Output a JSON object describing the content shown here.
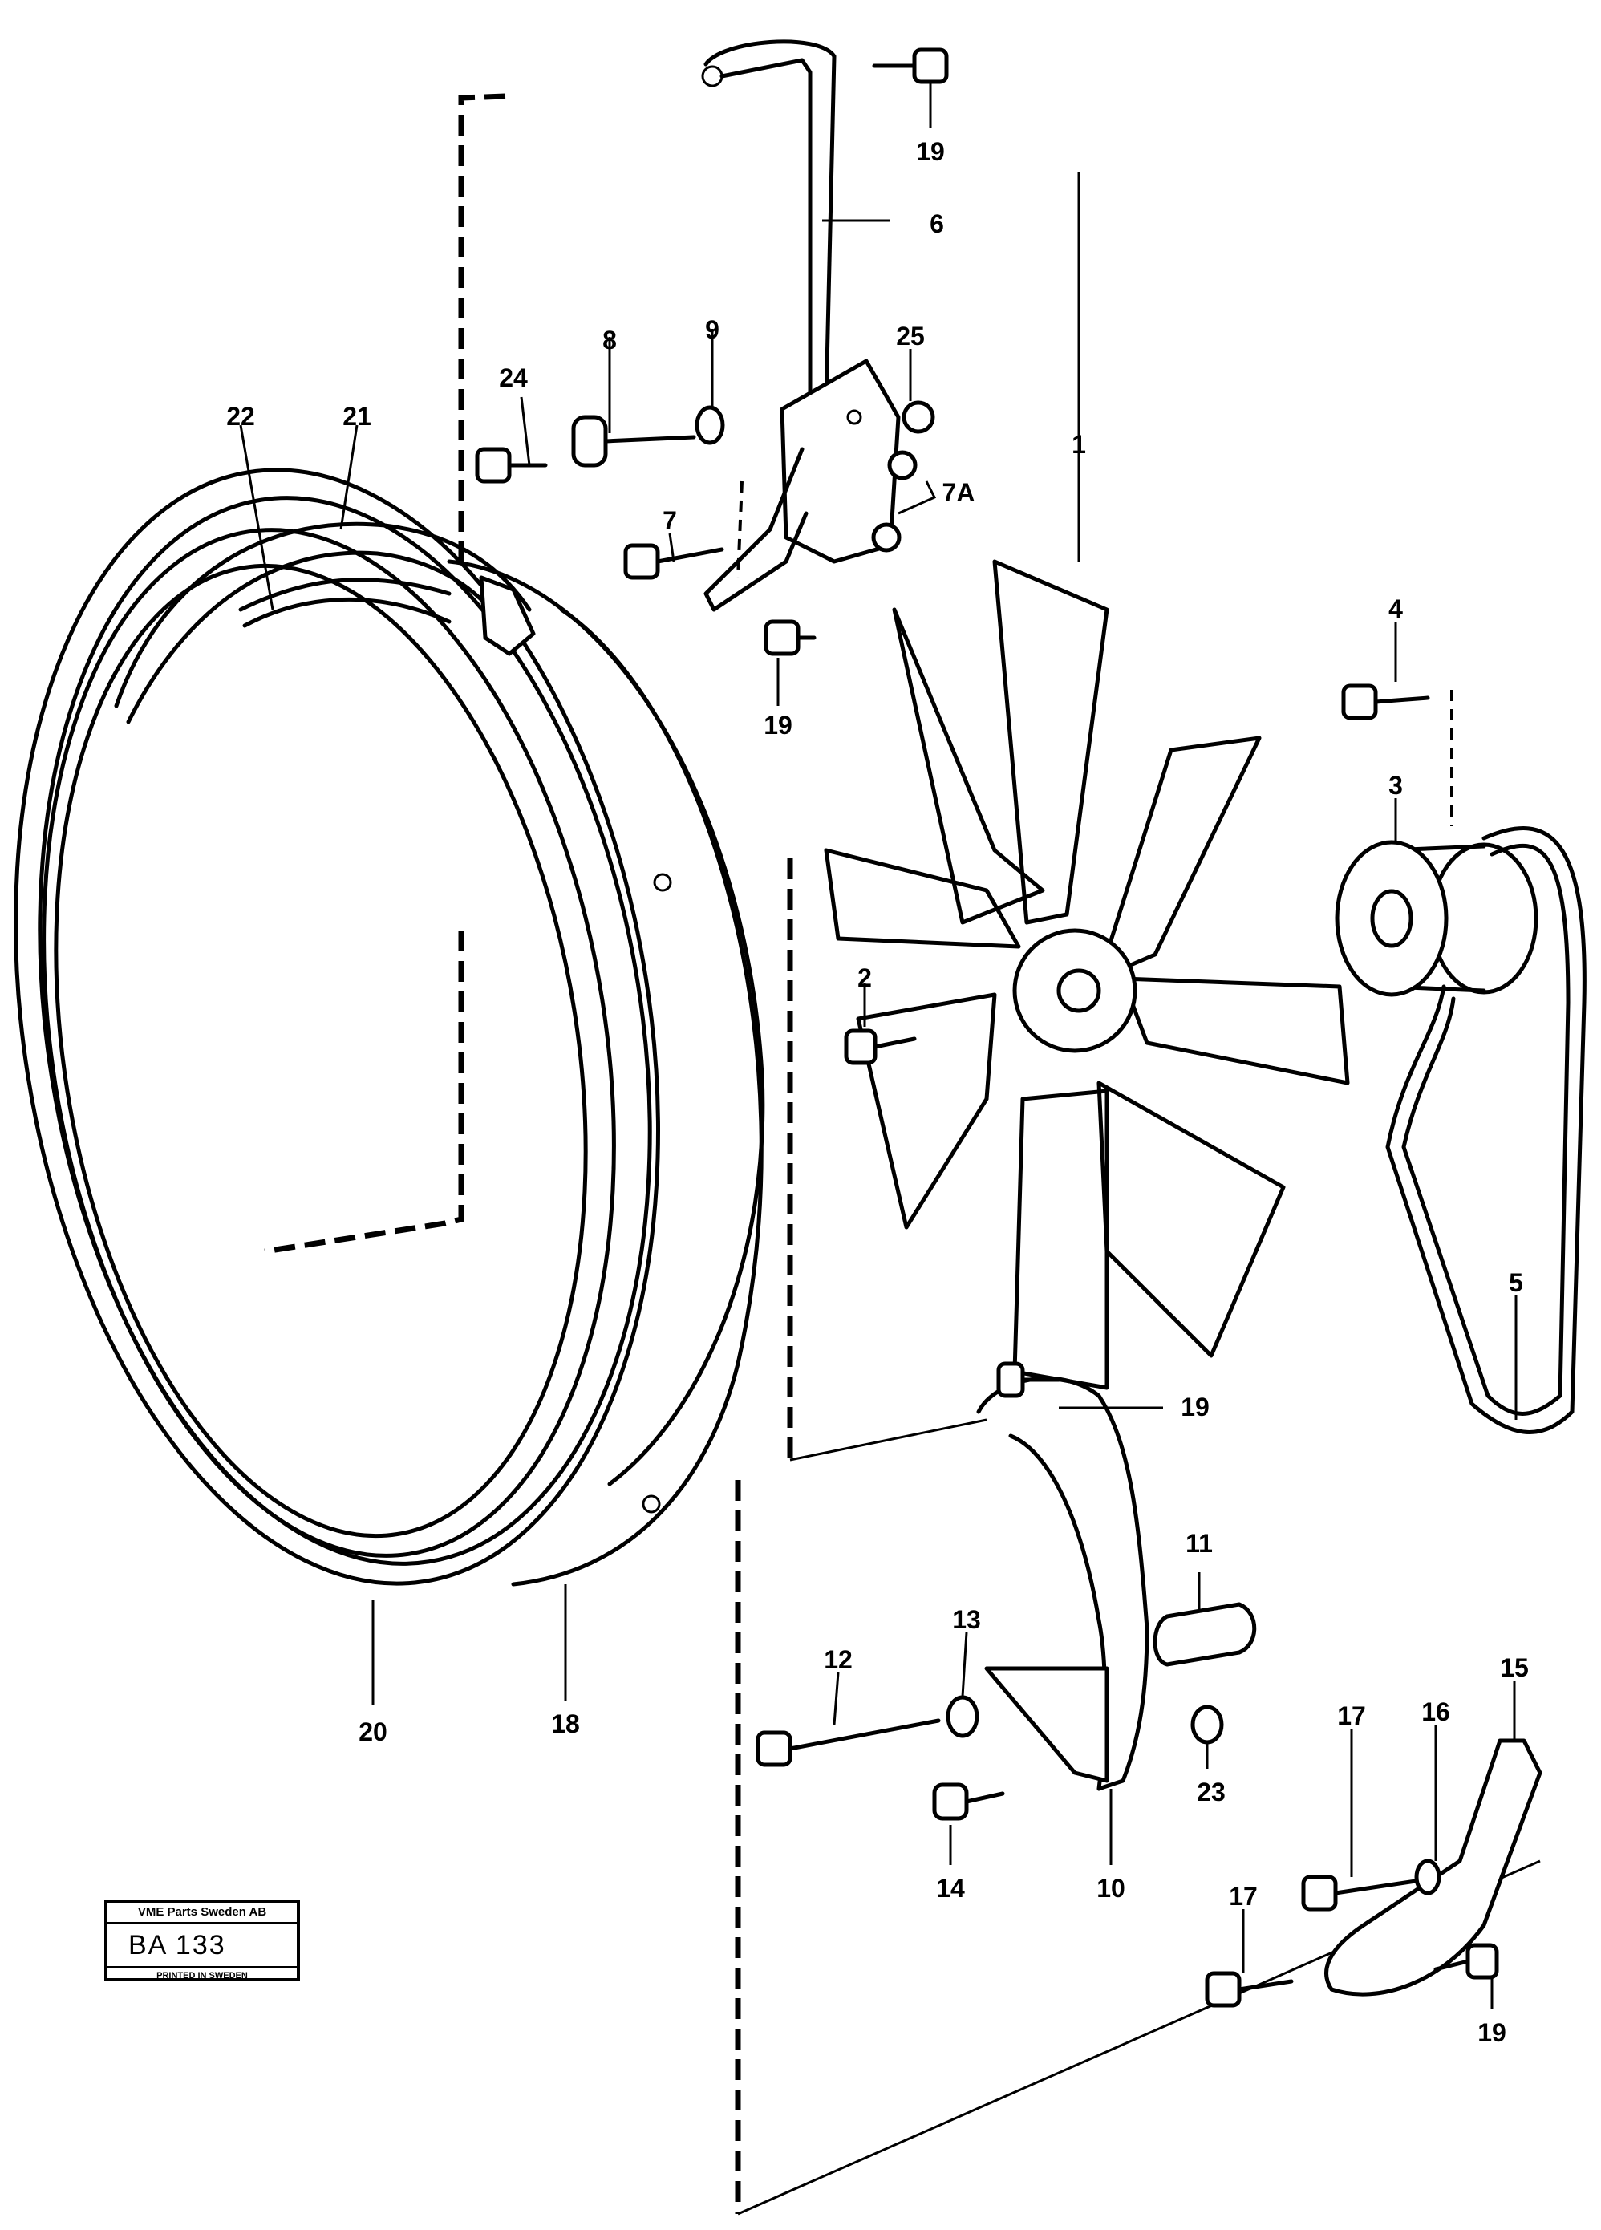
{
  "callouts": {
    "c1": "1",
    "c2": "2",
    "c3": "3",
    "c4": "4",
    "c5": "5",
    "c6": "6",
    "c7": "7",
    "c7a": "7A",
    "c8": "8",
    "c9": "9",
    "c10": "10",
    "c11": "11",
    "c12": "12",
    "c13": "13",
    "c14": "14",
    "c15": "15",
    "c16": "16",
    "c17a": "17",
    "c17b": "17",
    "c18": "18",
    "c19a": "19",
    "c19b": "19",
    "c19c": "19",
    "c19d": "19",
    "c20": "20",
    "c21": "21",
    "c22": "22",
    "c23": "23",
    "c24": "24",
    "c25": "25"
  },
  "stamp": {
    "company": "VME Parts Sweden AB",
    "code": "BA 133",
    "printed": "PRINTED IN SWEDEN"
  }
}
